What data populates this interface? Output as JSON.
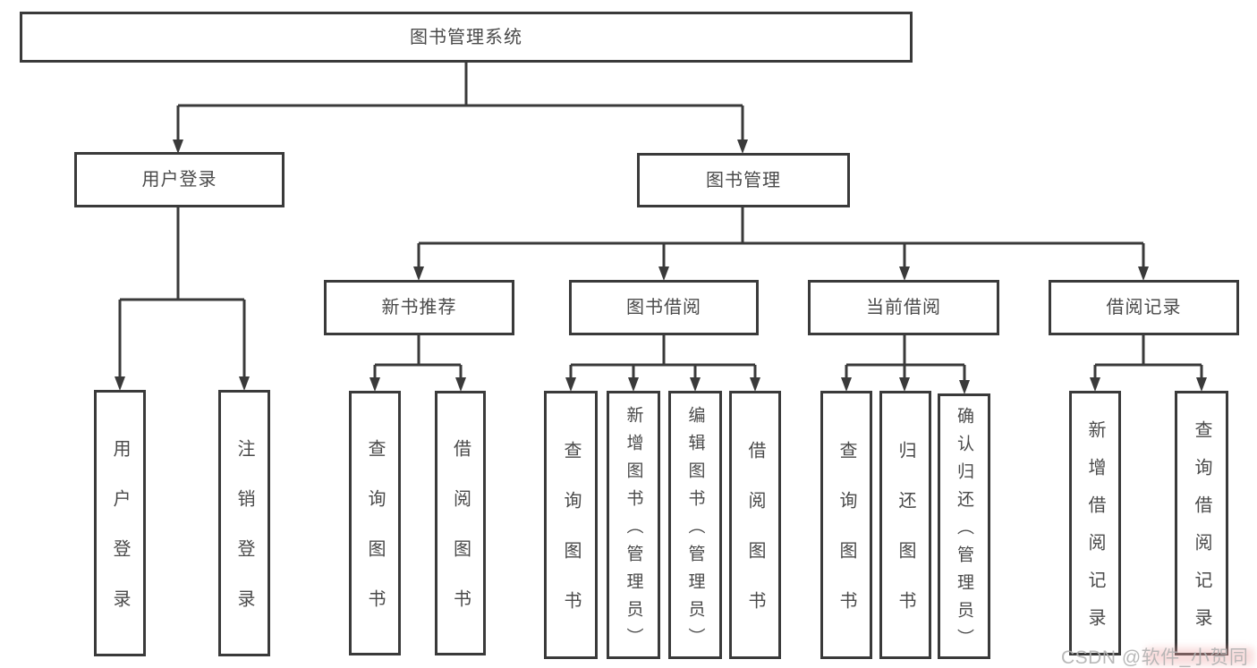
{
  "diagram": {
    "title": "图书管理系统",
    "root": {
      "label": "图书管理系统"
    },
    "branches": [
      {
        "label": "用户登录",
        "children": [
          {
            "label": "用户登录"
          },
          {
            "label": "注销登录"
          }
        ]
      },
      {
        "label": "图书管理",
        "children": [
          {
            "label": "新书推荐",
            "children": [
              {
                "label": "查询图书"
              },
              {
                "label": "借阅图书"
              }
            ]
          },
          {
            "label": "图书借阅",
            "children": [
              {
                "label": "查询图书"
              },
              {
                "label": "新增图书（管理员）"
              },
              {
                "label": "编辑图书（管理员）"
              },
              {
                "label": "借阅图书"
              }
            ]
          },
          {
            "label": "当前借阅",
            "children": [
              {
                "label": "查询图书"
              },
              {
                "label": "归还图书"
              },
              {
                "label": "确认归还（管理员）"
              }
            ]
          },
          {
            "label": "借阅记录",
            "children": [
              {
                "label": "新增借阅记录"
              },
              {
                "label": "查询借阅记录"
              }
            ]
          }
        ]
      }
    ]
  },
  "watermark": {
    "text": "CSDN @软件_小贺同学"
  },
  "colors": {
    "line": "#3a3a3a",
    "box_border": "#3a3a3a",
    "text": "#4a4a4a",
    "background": "#ffffff",
    "watermark_text": "#b2b2b2",
    "watermark_tint": "#eea0a0"
  }
}
